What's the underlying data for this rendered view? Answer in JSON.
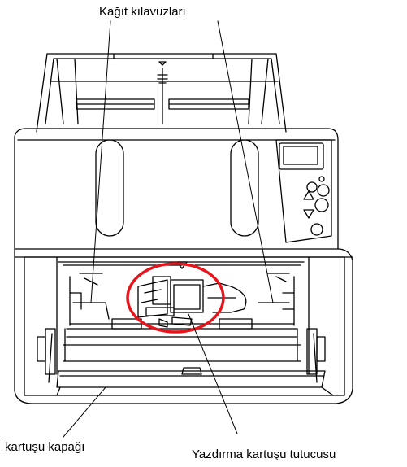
{
  "labels": {
    "paper_guides": "Kağıt kılavuzları",
    "cartridge_cover": "kartuşu kapağı",
    "print_cartridge_holder": "Yazdırma kartuşu tutucusu"
  },
  "colors": {
    "line": "#000000",
    "highlight": "#e8141c",
    "background": "#ffffff"
  }
}
